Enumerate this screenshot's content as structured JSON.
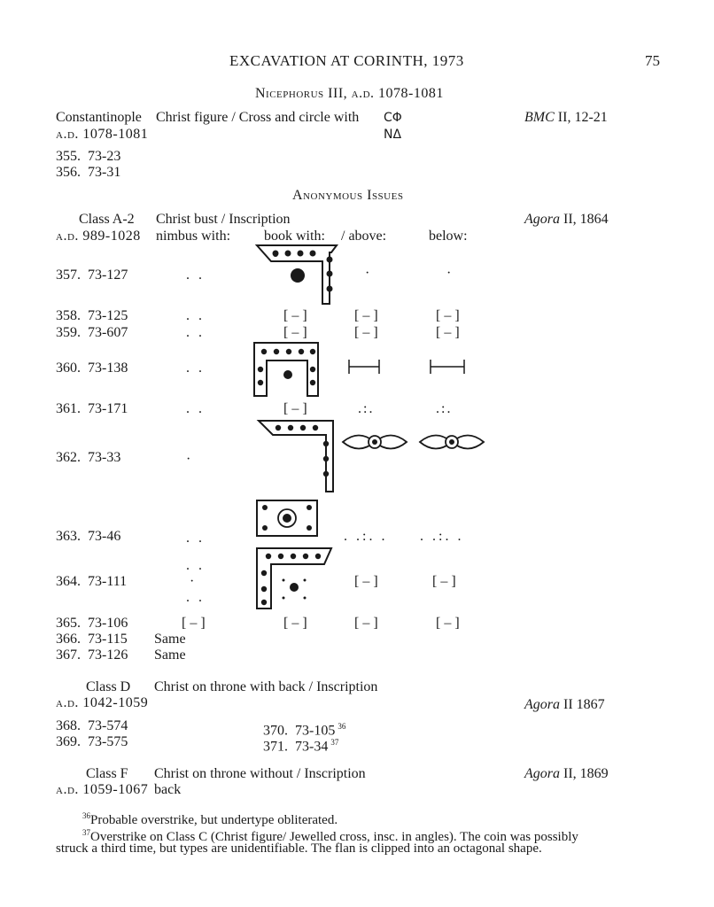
{
  "header": {
    "title": "EXCAVATION AT CORINTH, 1973",
    "page_number": "75"
  },
  "section_nicephorus": {
    "heading": "Nicephorus III, a.d. 1078-1081",
    "mint": "Constantinople",
    "date": "a.d. 1078-1081",
    "types": "Christ figure / Cross and circle with",
    "legend_top": "CΦ",
    "legend_bottom": "NΔ",
    "reference": "BMC",
    "reference_rest": "II, 12-21",
    "entries": [
      {
        "num": "355.",
        "inv": "73-23"
      },
      {
        "num": "356.",
        "inv": "73-31"
      }
    ]
  },
  "section_anonymous": {
    "heading": "Anonymous Issues",
    "class": "Class A-2",
    "date": "a.d. 989-1028",
    "types": "Christ bust / Inscription",
    "reference": "Agora",
    "reference_rest": "II, 1864",
    "col_nimbus": "nimbus with:",
    "col_book": "book with:",
    "col_above": "/ above:",
    "col_below": "below:",
    "entries": [
      {
        "num": "357.",
        "inv": "73-127"
      },
      {
        "num": "358.",
        "inv": "73-125"
      },
      {
        "num": "359.",
        "inv": "73-607"
      },
      {
        "num": "360.",
        "inv": "73-138"
      },
      {
        "num": "361.",
        "inv": "73-171"
      },
      {
        "num": "362.",
        "inv": "73-33"
      },
      {
        "num": "363.",
        "inv": "73-46"
      },
      {
        "num": "364.",
        "inv": "73-111"
      },
      {
        "num": "365.",
        "inv": "73-106"
      },
      {
        "num": "366.",
        "inv": "73-115"
      },
      {
        "num": "367.",
        "inv": "73-126"
      }
    ],
    "bracket": "[ – ]",
    "same": "Same",
    "dots_pair": ". .",
    "dots_361": ".:.",
    "dots_363": ". .:. ."
  },
  "section_class_d": {
    "class": "Class D",
    "date": "a.d. 1042-1059",
    "types": "Christ on throne with back / Inscription",
    "reference": "Agora",
    "reference_rest": "II 1867",
    "entries": [
      {
        "num": "368.",
        "inv": "73-574",
        "note": ""
      },
      {
        "num": "369.",
        "inv": "73-575",
        "note": ""
      },
      {
        "num": "370.",
        "inv": "73-105",
        "note": "36"
      },
      {
        "num": "371.",
        "inv": "73-34",
        "note": "37"
      }
    ]
  },
  "section_class_f": {
    "class": "Class F",
    "date": "a.d. 1059-1067",
    "types": "Christ on throne without / Inscription",
    "types_line2": "back",
    "reference": "Agora",
    "reference_rest": "II, 1869"
  },
  "footnotes": [
    {
      "num": "36",
      "text": "Probable overstrike, but undertype obliterated."
    },
    {
      "num": "37",
      "text": "Overstrike on Class C (Christ figure/ Jewelled cross, insc. in angles). The coin was possibly",
      "text_line2": "struck a third time, but types are unidentifiable. The flan is clipped into an octagonal shape."
    }
  ]
}
